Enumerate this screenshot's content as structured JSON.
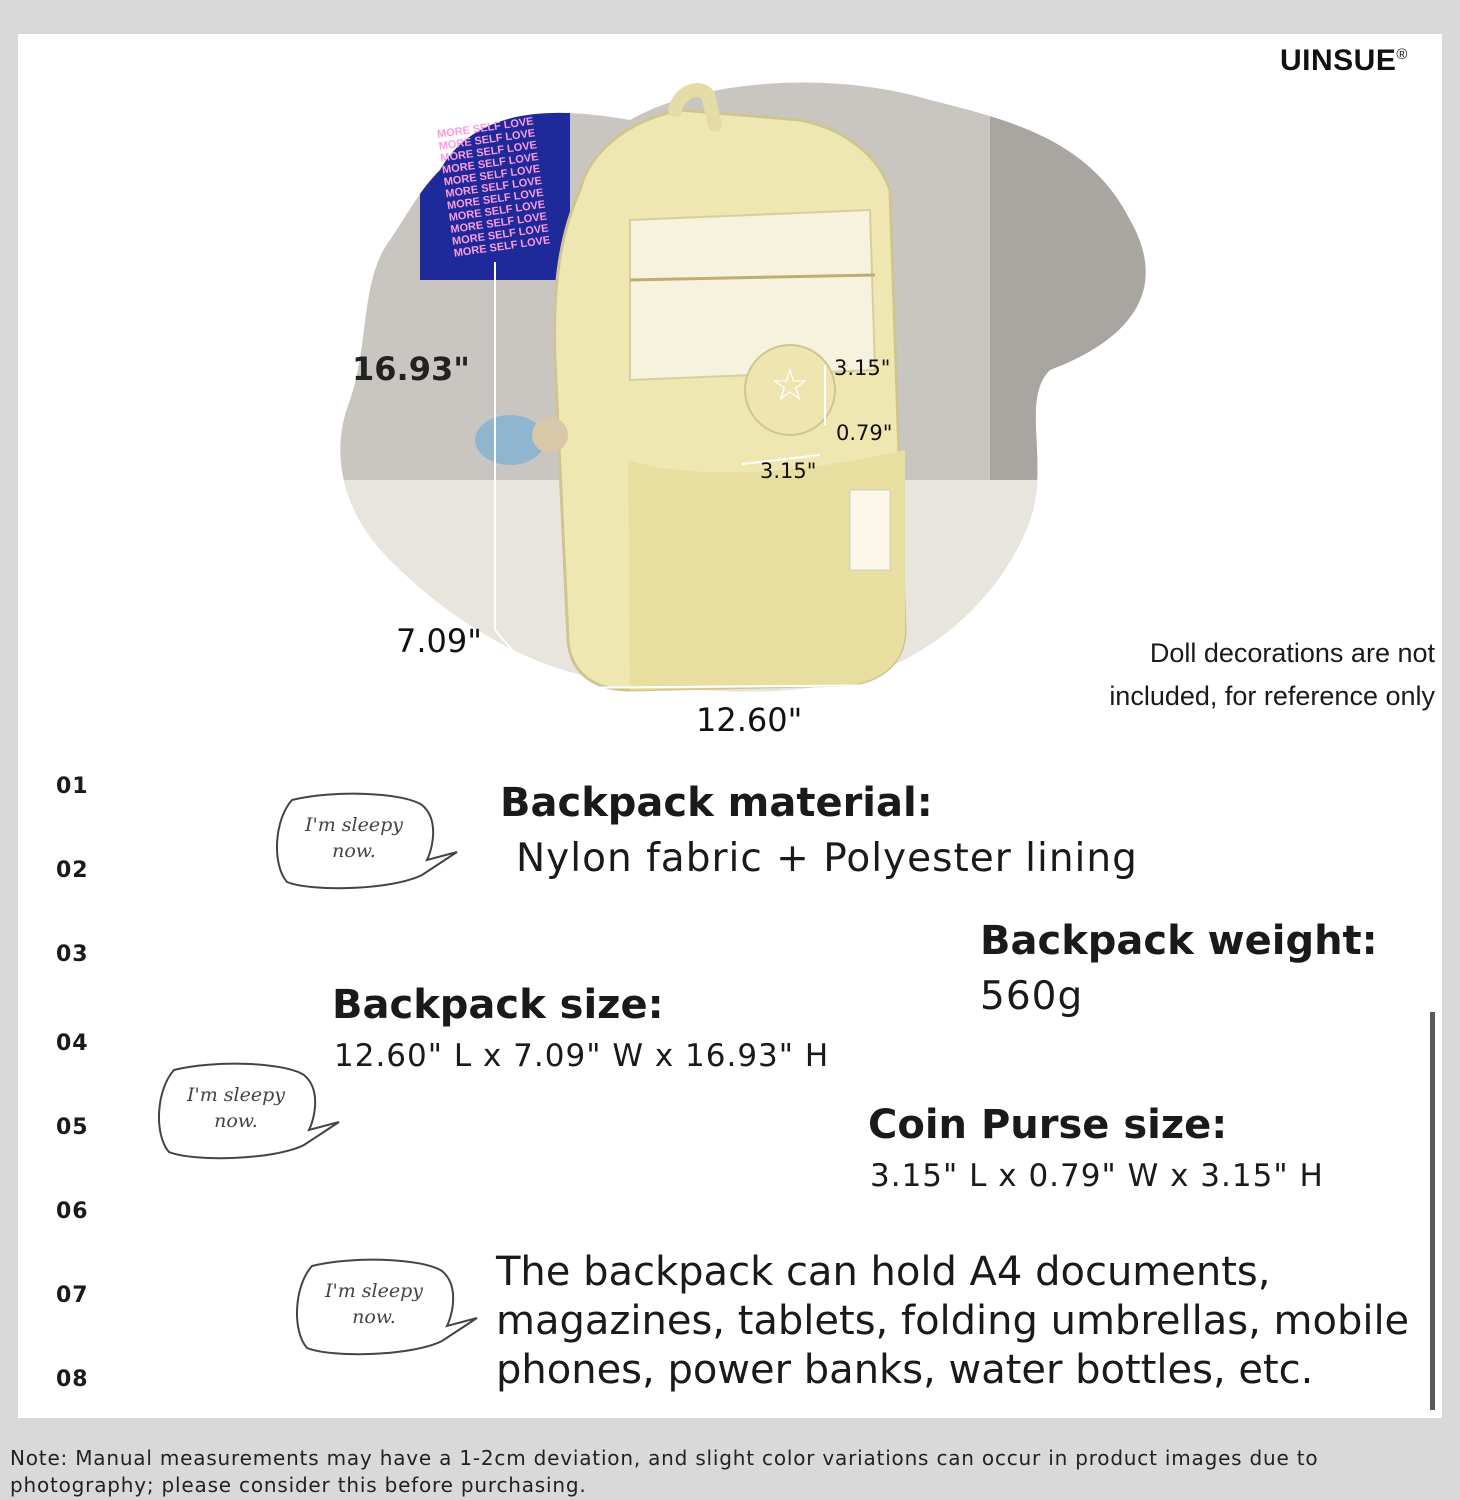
{
  "brand": {
    "name": "UINSUE",
    "mark": "®"
  },
  "poster": {
    "lines": [
      "MORE SELF LOVE",
      "MORE SELF LOVE",
      "MORE SELF LOVE",
      "MORE SELF LOVE",
      "MORE SELF LOVE",
      "MORE SELF LOVE",
      "MORE SELF LOVE",
      "MORE SELF LOVE",
      "MORE SELF LOVE",
      "MORE SELF LOVE",
      "MORE SELF LOVE"
    ]
  },
  "dimensions": {
    "height": "16.93\"",
    "width": "7.09\"",
    "length": "12.60\"",
    "coin_height": "3.15\"",
    "coin_width": "0.79\"",
    "coin_length": "3.15\""
  },
  "doll_note": [
    "Doll decorations are not",
    "included, for reference only"
  ],
  "row_numbers": [
    "01",
    "02",
    "03",
    "04",
    "05",
    "06",
    "07",
    "08"
  ],
  "bubble_text": {
    "line1": "I'm sleepy",
    "line2": "now."
  },
  "material": {
    "heading": "Backpack material:",
    "value": "Nylon fabric + Polyester lining"
  },
  "weight": {
    "heading": "Backpack weight:",
    "value": "560g"
  },
  "size": {
    "heading": "Backpack size:",
    "value": "12.60\" L x 7.09\" W x 16.93\" H"
  },
  "coin_purse": {
    "heading": "Coin Purse size:",
    "value": "3.15\" L x 0.79\" W x 3.15\" H"
  },
  "capacity": [
    "The backpack can hold A4 documents,",
    "magazines, tablets, folding umbrellas, mobile",
    "phones, power banks, water bottles, etc."
  ],
  "footnote": [
    "Note: Manual measurements may have a 1-2cm deviation, and slight color variations can occur in product images due to",
    "photography; please consider this before purchasing."
  ]
}
